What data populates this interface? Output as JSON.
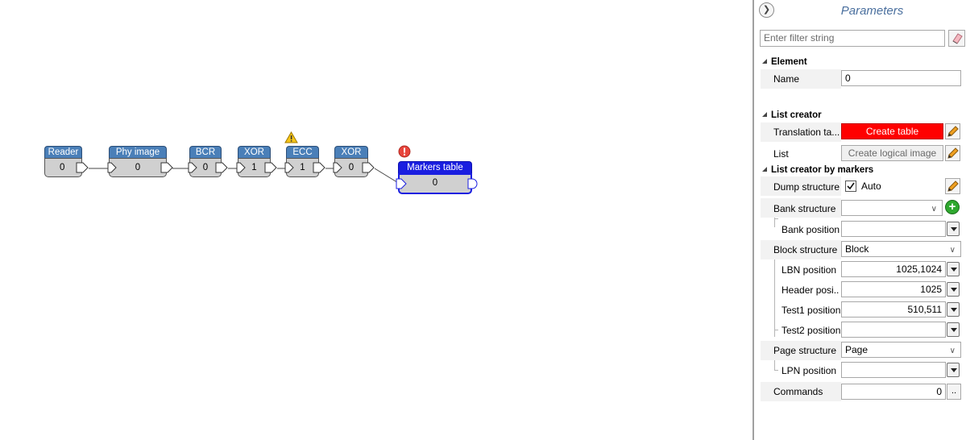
{
  "canvas": {
    "nodes": [
      {
        "title": "Reader",
        "value": "0"
      },
      {
        "title": "Phy image",
        "value": "0"
      },
      {
        "title": "BCR",
        "value": "0"
      },
      {
        "title": "XOR",
        "value": "1"
      },
      {
        "title": "ECC",
        "value": "1"
      },
      {
        "title": "XOR",
        "value": "0"
      },
      {
        "title": "Markers table",
        "value": "0"
      }
    ],
    "warning_icon": "warning-triangle-icon",
    "error_icon": "error-circle-icon",
    "colors": {
      "node_header": "#4a7fb8",
      "selected_node_header": "#1a1ee0",
      "node_body": "#d0d0d0"
    }
  },
  "panel": {
    "title": "Parameters",
    "filter_placeholder": "Enter filter string",
    "sections": {
      "element": {
        "title": "Element",
        "name_label": "Name",
        "name_value": "0"
      },
      "list_creator": {
        "title": "List creator",
        "translation_label": "Translation ta...",
        "translation_button": "Create table",
        "list_label": "List",
        "list_button": "Create logical image"
      },
      "by_markers": {
        "title": "List creator by markers",
        "dump_label": "Dump structure",
        "dump_checkbox": "Auto",
        "bank_label": "Bank structure",
        "bank_value": "",
        "bank_position_label": "Bank position",
        "bank_position_value": "",
        "block_label": "Block structure",
        "block_value": "Block",
        "lbn_label": "LBN position",
        "lbn_value": "1025,1024",
        "header_label": "Header posi...",
        "header_value": "1025",
        "test1_label": "Test1 position",
        "test1_value": "510,511",
        "test2_label": "Test2 position",
        "test2_value": "",
        "page_label": "Page structure",
        "page_value": "Page",
        "lpn_label": "LPN position",
        "lpn_value": "",
        "commands_label": "Commands",
        "commands_value": "0",
        "commands_button": ".."
      }
    },
    "colors": {
      "title": "#4a6f9e",
      "create_table_bg": "#ff0000"
    }
  }
}
